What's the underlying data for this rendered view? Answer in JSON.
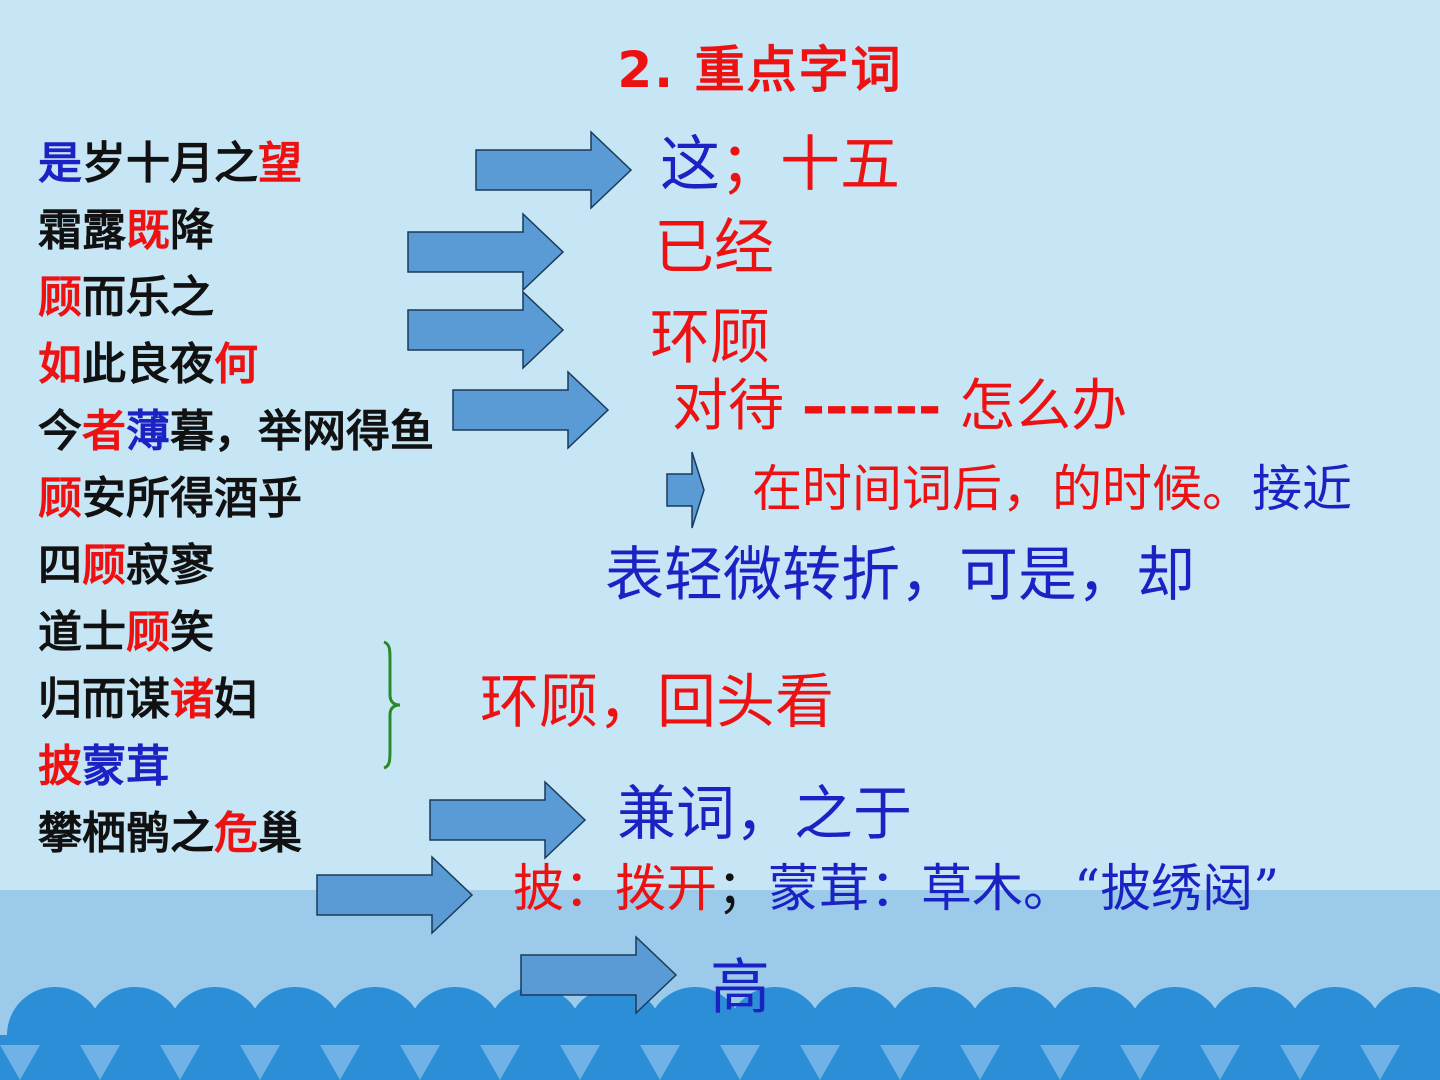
{
  "slide": {
    "title": "2. 重点字词",
    "colors": {
      "background": "#c6e6f6",
      "band": "#9ccaea",
      "wave": "#2b8ed6",
      "red": "#ee1111",
      "blue": "#1a22c4",
      "arrow": "#5b9bd5",
      "brace": "#2a8a2a"
    },
    "phrases": [
      [
        [
          "是",
          "b"
        ],
        [
          "岁十月之",
          "k"
        ],
        [
          "望",
          "r"
        ]
      ],
      [
        [
          "霜露",
          "k"
        ],
        [
          "既",
          "r"
        ],
        [
          "降",
          "k"
        ]
      ],
      [
        [
          "顾",
          "r"
        ],
        [
          "而乐之",
          "k"
        ]
      ],
      [
        [
          "如",
          "r"
        ],
        [
          "此良夜",
          "k"
        ],
        [
          "何",
          "r"
        ]
      ],
      [
        [
          "今",
          "k"
        ],
        [
          "者",
          "r"
        ],
        [
          "薄",
          "b"
        ],
        [
          "暮，举网得鱼",
          "k"
        ]
      ],
      [
        [
          "顾",
          "r"
        ],
        [
          "安所得酒乎",
          "k"
        ]
      ],
      [
        [
          "四",
          "k"
        ],
        [
          "顾",
          "r"
        ],
        [
          "寂寥",
          "k"
        ]
      ],
      [
        [
          "道士",
          "k"
        ],
        [
          "顾",
          "r"
        ],
        [
          "笑",
          "k"
        ]
      ],
      [
        [
          "归而谋",
          "k"
        ],
        [
          "诸",
          "r"
        ],
        [
          "妇",
          "k"
        ]
      ],
      [
        [
          "披",
          "r"
        ],
        [
          "蒙茸",
          "b"
        ]
      ],
      [
        [
          "攀栖鹘之",
          "k"
        ],
        [
          "危",
          "r"
        ],
        [
          "巢",
          "k"
        ]
      ]
    ],
    "answers": [
      [
        [
          "这",
          "b"
        ],
        [
          "；十五",
          "r"
        ]
      ],
      [
        [
          "已经",
          "r"
        ]
      ],
      [
        [
          "环顾",
          "r"
        ]
      ],
      [
        [
          "对待 ",
          "r"
        ],
        [
          "------",
          "r",
          "b"
        ],
        [
          " 怎么办",
          "r"
        ]
      ],
      [
        [
          "在时间词后，的时候。",
          "r"
        ],
        [
          "接近",
          "b"
        ]
      ],
      [
        [
          "表轻微转折，可是，却",
          "b"
        ]
      ],
      [
        [
          "环顾，回头看",
          "r"
        ]
      ],
      [
        [
          "兼词，之于",
          "b"
        ]
      ],
      [
        [
          "披：拨开",
          "r"
        ],
        [
          "；",
          "k"
        ],
        [
          "蒙茸：草木。“披绣闼”",
          "b"
        ]
      ],
      [
        [
          "高",
          "b"
        ]
      ]
    ]
  }
}
